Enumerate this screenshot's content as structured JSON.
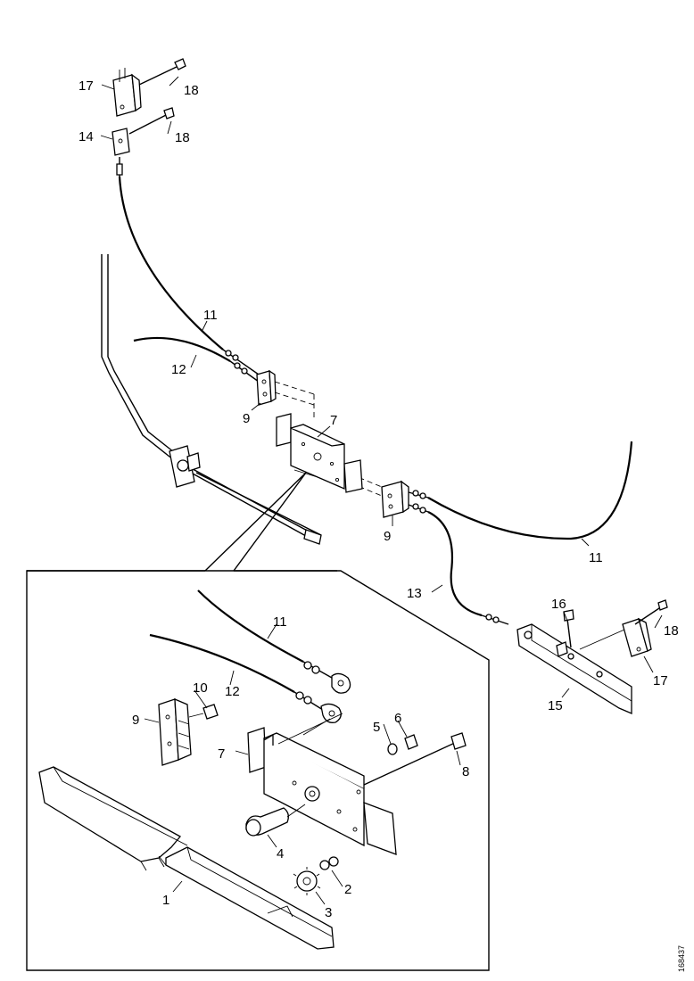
{
  "callouts": {
    "c17a": "17",
    "c18a": "18",
    "c14": "14",
    "c18b": "18",
    "c11a": "11",
    "c12a": "12",
    "c9a": "9",
    "c7a": "7",
    "c9b": "9",
    "c11b": "11",
    "c13": "13",
    "c16": "16",
    "c18c": "18",
    "c17b": "17",
    "c15": "15",
    "d11": "11",
    "d10": "10",
    "d12": "12",
    "d9": "9",
    "d5": "5",
    "d6": "6",
    "d7": "7",
    "d8": "8",
    "d4": "4",
    "d2": "2",
    "d1": "1",
    "d3": "3"
  },
  "reference_code": "168437"
}
